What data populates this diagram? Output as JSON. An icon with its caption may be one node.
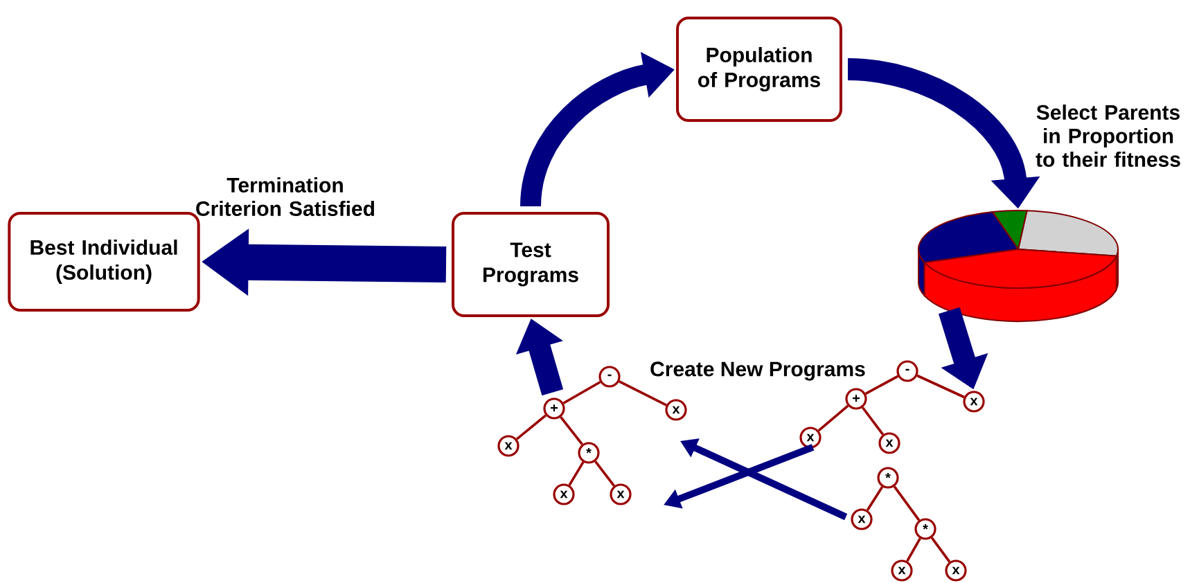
{
  "diagram": {
    "nodes": [
      {
        "text": [
          "Population of Programs"
        ]
      },
      {
        "text": [
          "Test Programs"
        ]
      },
      {
        "text": [
          "Best Individual (Solution)"
        ]
      },
      {
        "text": [],
        "shape": "picture"
      },
      {
        "text": [
          "-"
        ]
      },
      {
        "text": [
          "+"
        ]
      },
      {
        "text": [
          "x"
        ]
      },
      {
        "text": [
          "x"
        ]
      },
      {
        "text": [
          "*"
        ]
      },
      {
        "text": [
          "x"
        ]
      },
      {
        "text": [
          "x"
        ]
      },
      {
        "text": [
          "-"
        ]
      },
      {
        "text": [
          "+"
        ]
      },
      {
        "text": [
          "x"
        ]
      },
      {
        "text": [
          "x"
        ]
      },
      {
        "text": [
          "x"
        ]
      },
      {
        "text": [
          "*"
        ]
      },
      {
        "text": [
          "x"
        ]
      },
      {
        "text": [
          "*"
        ]
      },
      {
        "text": [
          "x"
        ]
      },
      {
        "text": [
          "x"
        ]
      }
    ],
    "edges": [
      {
        "from": 1,
        "to": 0,
        "arrow": "to",
        "style": "thick",
        "color": "#000080"
      },
      {
        "from": 0,
        "to": 3,
        "arrow": "to",
        "label": "Select Parents in Proportion to their fitness",
        "style": "thick",
        "color": "#000080"
      },
      {
        "from": 3,
        "to": 13,
        "arrow": "to",
        "style": "thick",
        "color": "#000080"
      },
      {
        "from": 5,
        "to": 1,
        "arrow": "to",
        "style": "thick",
        "color": "#000080"
      },
      {
        "from": 1,
        "to": 2,
        "arrow": "to",
        "label": "Termination Criterion Satisfied",
        "style": "thick",
        "color": "#000080"
      },
      {
        "from": 17,
        "to": null,
        "arrow": "to",
        "style": "thick",
        "color": "#000080"
      },
      {
        "from": 14,
        "to": null,
        "arrow": "to",
        "style": "thick",
        "color": "#000080"
      },
      {
        "from": 4,
        "to": 5,
        "arrow": "none"
      },
      {
        "from": 4,
        "to": 6,
        "arrow": "none"
      },
      {
        "from": 5,
        "to": 7,
        "arrow": "none"
      },
      {
        "from": 5,
        "to": 8,
        "arrow": "none"
      },
      {
        "from": 8,
        "to": 9,
        "arrow": "none"
      },
      {
        "from": 8,
        "to": 10,
        "arrow": "none"
      },
      {
        "from": 11,
        "to": 12,
        "arrow": "none"
      },
      {
        "from": 11,
        "to": 13,
        "arrow": "none"
      },
      {
        "from": 12,
        "to": 14,
        "arrow": "none"
      },
      {
        "from": 12,
        "to": 15,
        "arrow": "none"
      },
      {
        "from": 16,
        "to": 17,
        "arrow": "none"
      },
      {
        "from": 16,
        "to": 18,
        "arrow": "none"
      },
      {
        "from": 18,
        "to": 19,
        "arrow": "none"
      },
      {
        "from": 18,
        "to": 20,
        "arrow": "none"
      }
    ],
    "labels": [
      "Create New Programs"
    ]
  }
}
